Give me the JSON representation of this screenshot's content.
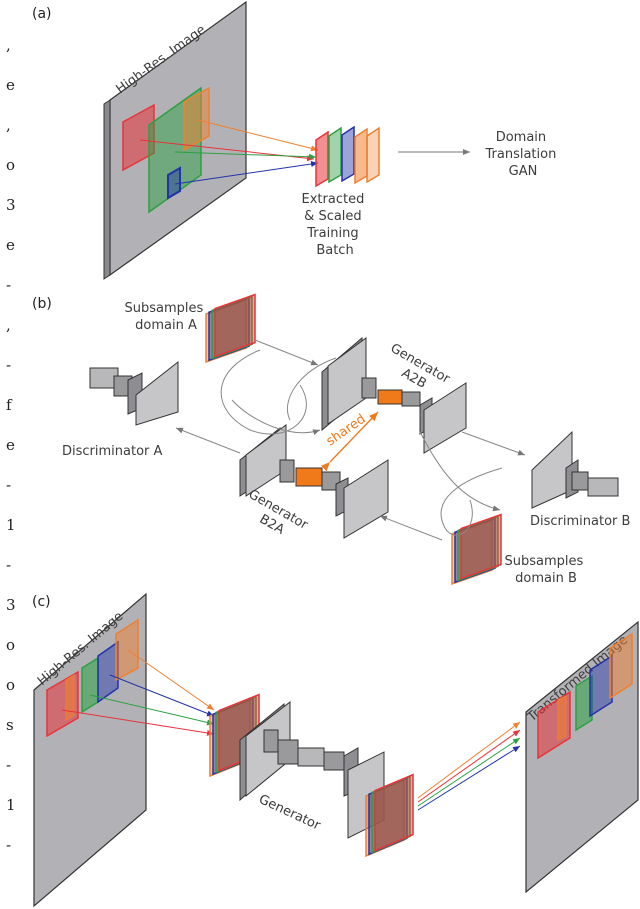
{
  "panels": {
    "a": "(a)",
    "b": "(b)",
    "c": "(c)"
  },
  "panel_a": {
    "image_label": "High-Res. Image",
    "batch_label": [
      "Extracted",
      "& Scaled",
      "Training",
      "Batch"
    ],
    "gan_label": [
      "Domain",
      "Translation",
      "GAN"
    ]
  },
  "panel_b": {
    "subsamples_a": [
      "Subsamples",
      "domain A"
    ],
    "generator_a2b": [
      "Generator",
      "A2B"
    ],
    "shared": "shared",
    "discriminator_a": "Discriminator A",
    "discriminator_b": "Discriminator B",
    "generator_b2a": [
      "Generator",
      "B2A"
    ],
    "subsamples_b": [
      "Subsamples",
      "domain B"
    ]
  },
  "panel_c": {
    "image_label": "High-Res. Image",
    "transformed_label": "Transformed Image",
    "generator_label": "Generator"
  },
  "left_gutter": [
    ",",
    "e",
    ",",
    "o",
    "3",
    "e",
    "-",
    ",",
    "-",
    "f",
    "e",
    "-",
    "1",
    "-",
    "3",
    "o",
    "o",
    "s",
    "-",
    "1",
    "-"
  ],
  "colors": {
    "red": "#e8333a",
    "green": "#2ea043",
    "blue": "#2233aa",
    "orange": "#f08030",
    "gray": "#b4b4b4",
    "shared": "#f07a1a"
  }
}
